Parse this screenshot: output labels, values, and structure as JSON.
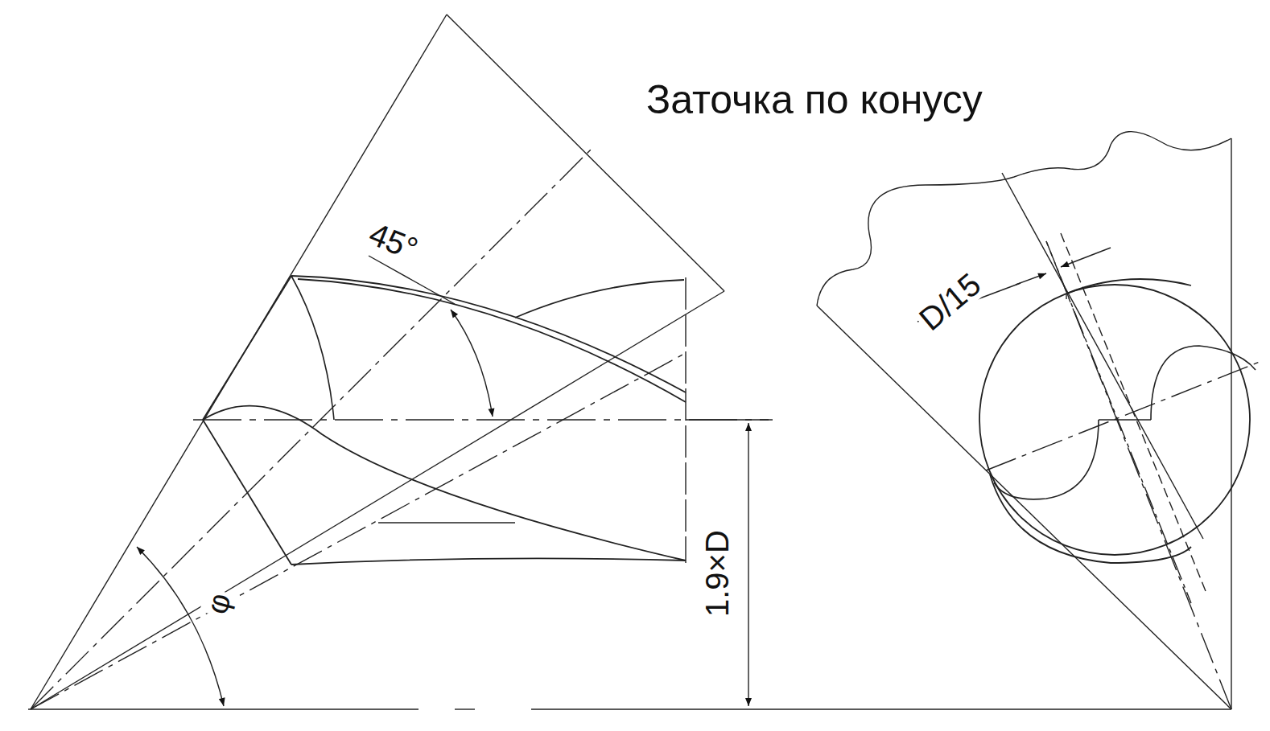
{
  "diagram": {
    "labels": [
      "Заточка по конусу",
      "45°",
      "D/15",
      "1.9×D",
      "φ"
    ]
  }
}
